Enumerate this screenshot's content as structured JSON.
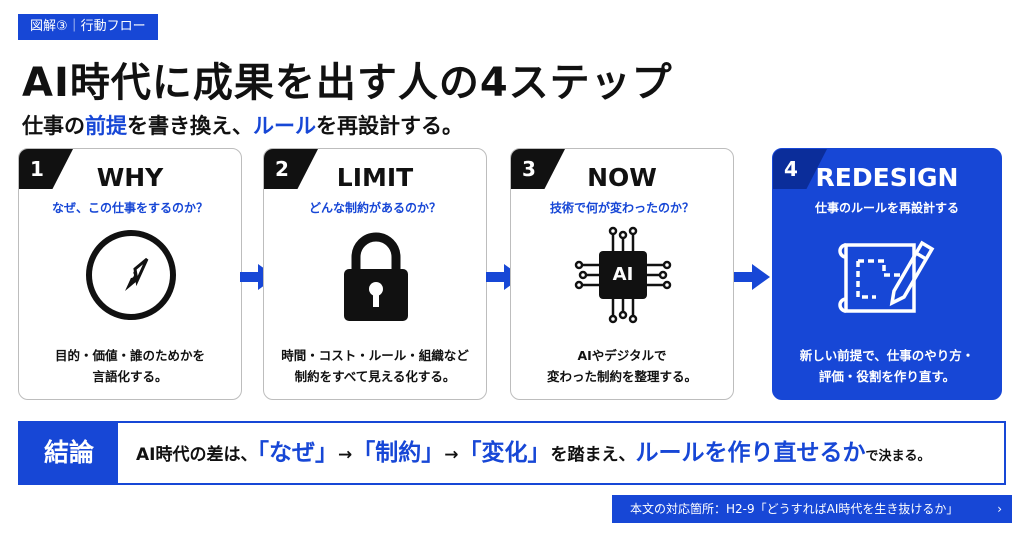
{
  "tag": "図解③｜行動フロー",
  "title": "AI時代に成果を出す人の4ステップ",
  "subtitle": {
    "p1": "仕事の",
    "h1": "前提",
    "p2": "を書き換え、",
    "h2": "ルール",
    "p3": "を再設計する。"
  },
  "steps": [
    {
      "num": "1",
      "heading": "WHY",
      "question": "なぜ、この仕事をするのか？",
      "icon": "compass-icon",
      "desc": [
        "目的・価値・誰のためかを",
        "言語化する。"
      ]
    },
    {
      "num": "2",
      "heading": "LIMIT",
      "question": "どんな制約があるのか？",
      "icon": "lock-icon",
      "desc": [
        "時間・コスト・ルール・組織など",
        "制約をすべて見える化する。"
      ]
    },
    {
      "num": "3",
      "heading": "NOW",
      "question": "技術で何が変わったのか？",
      "icon": "ai-chip-icon",
      "chip_text": "AI",
      "desc": [
        "AIやデジタルで",
        "変わった制約を整理する。"
      ]
    },
    {
      "num": "4",
      "heading": "REDESIGN",
      "question": "仕事のルールを再設計する",
      "icon": "blueprint-pencil-icon",
      "desc": [
        "新しい前提で、仕事のやり方・",
        "評価・役割を作り直す。"
      ]
    }
  ],
  "conclusion": {
    "label": "結論",
    "t1": "AI時代の差は、",
    "q1": "「なぜ」",
    "a1": "→",
    "q2": "「制約」",
    "a2": "→",
    "q3": "「変化」",
    "t2": "を踏まえ、",
    "q4": "ルールを作り直せるか",
    "t3": "で決まる。"
  },
  "reference": "本文の対応箇所：H2-9「どうすればAI時代を生き抜けるか」",
  "reference_chevron": "›",
  "colors": {
    "accent": "#1747d6",
    "dark": "#111111",
    "border": "#bdbdbd"
  }
}
